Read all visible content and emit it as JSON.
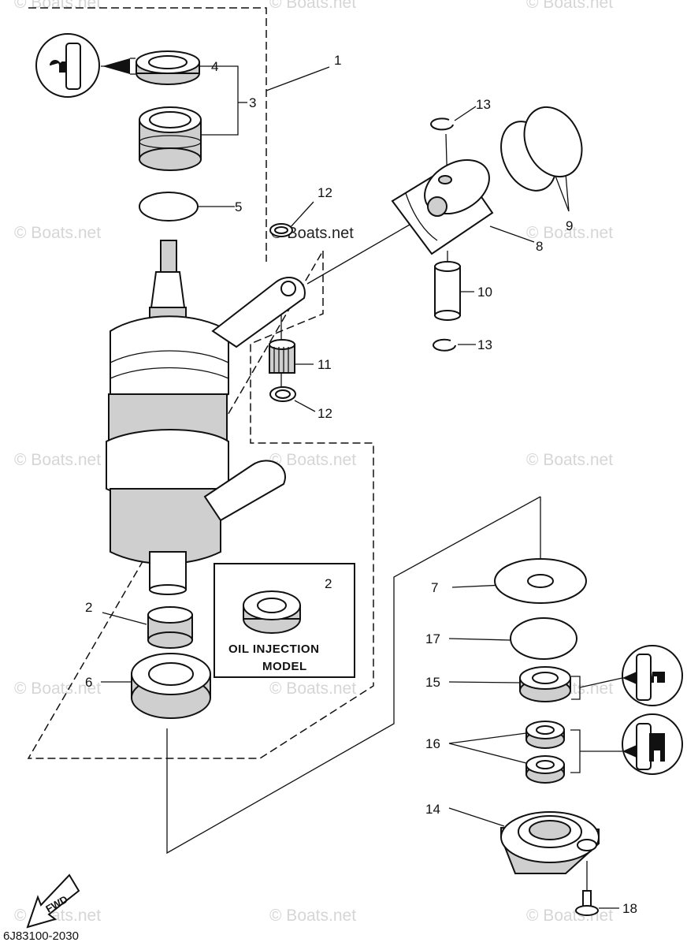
{
  "watermark": {
    "text": "© Boats.net",
    "center_text": "© Boats.net"
  },
  "callouts": {
    "c1": "1",
    "c2a": "2",
    "c2b": "2",
    "c3": "3",
    "c4": "4",
    "c5": "5",
    "c6": "6",
    "c7": "7",
    "c8": "8",
    "c9": "9",
    "c10": "10",
    "c11": "11",
    "c12a": "12",
    "c12b": "12",
    "c13a": "13",
    "c13b": "13",
    "c14": "14",
    "c15": "15",
    "c16": "16",
    "c17": "17",
    "c18": "18"
  },
  "inset": {
    "line1": "OIL INJECTION",
    "line2": "MODEL"
  },
  "fwd_label": "FWD",
  "diagram_code": "6J83100-2030",
  "icons": [
    "grease-icon",
    "grease-icon",
    "sealant-icon",
    "fwd-arrow-icon"
  ]
}
